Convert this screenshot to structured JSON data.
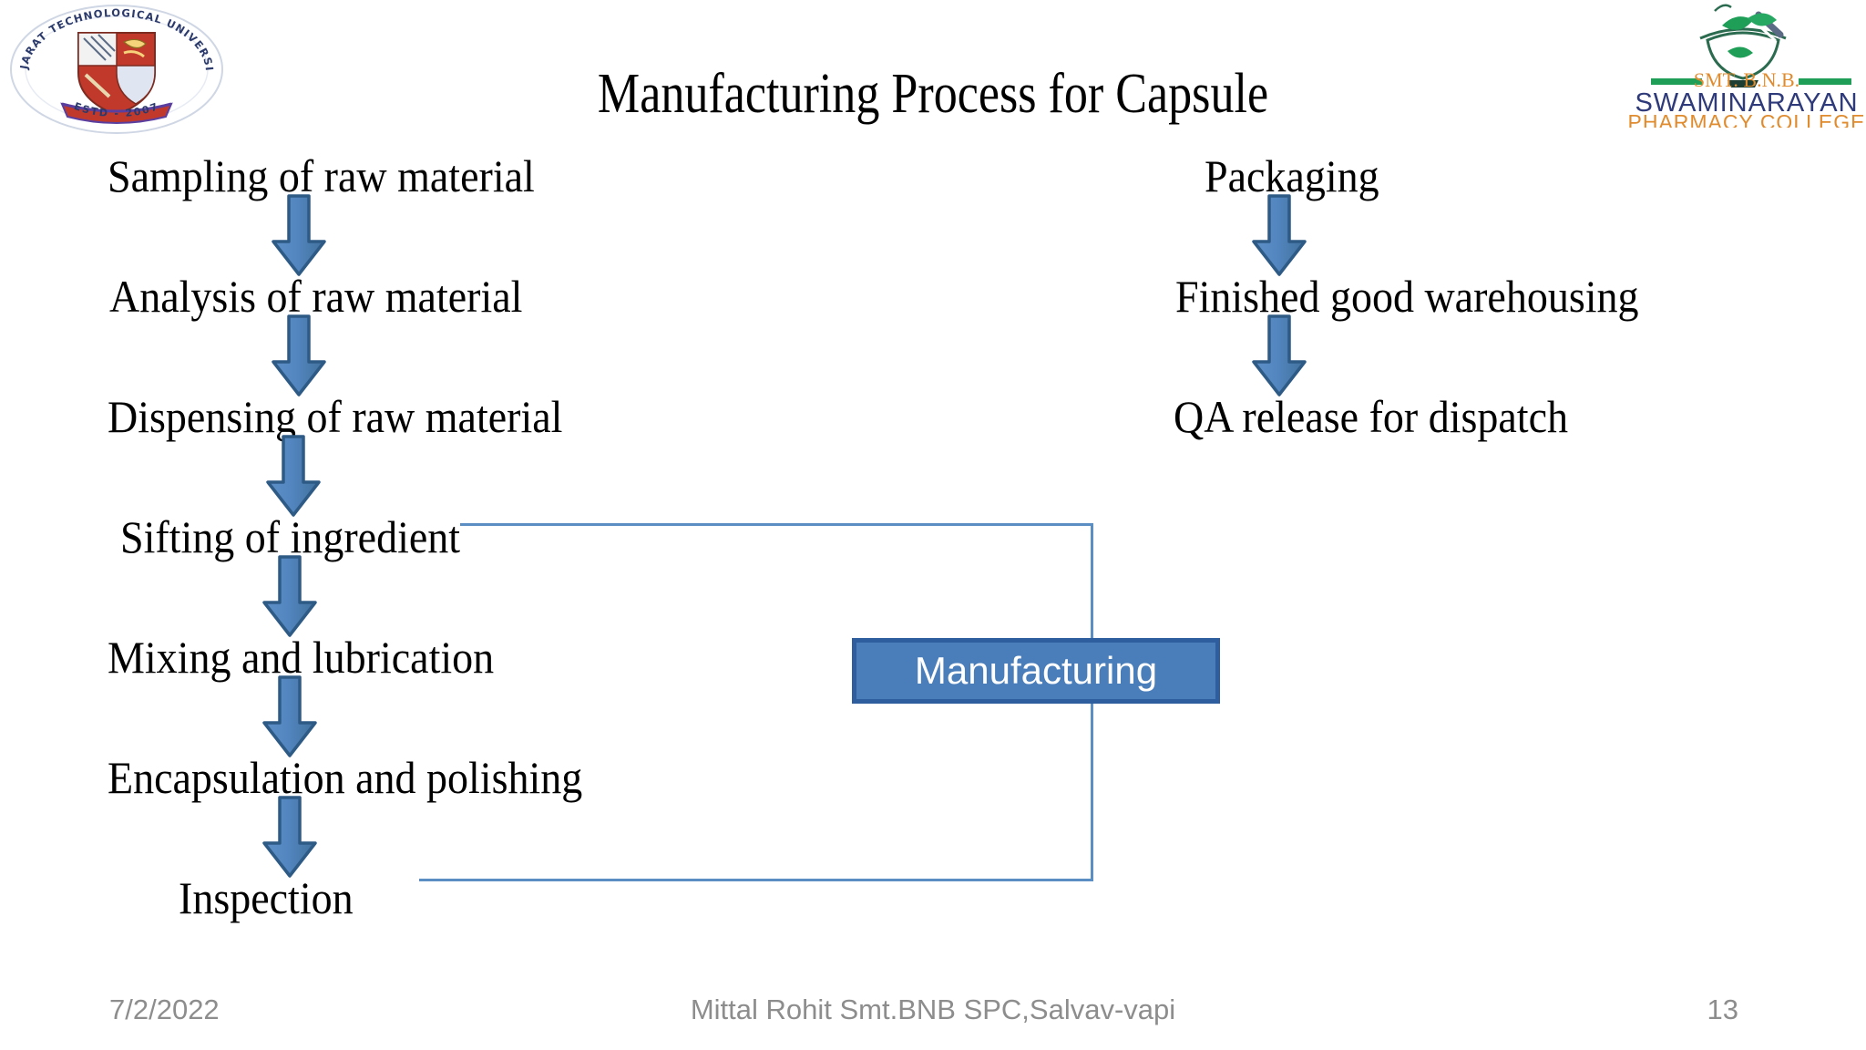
{
  "slide": {
    "title": "Manufacturing Process for Capsule",
    "background_color": "#ffffff",
    "accent_color": "#4A7EBB",
    "accent_dark_color": "#2F5E9E",
    "text_color": "#000000"
  },
  "logos": {
    "left": {
      "name": "gujarat-technological-university-logo",
      "ring_text_top": "GUJARAT TECHNOLOGICAL UNIVERSITY",
      "ring_text_bottom": "ESTD - 2007"
    },
    "right": {
      "name": "smt-bnb-swaminarayan-pharmacy-college-logo",
      "line1": "SMT. B.N.B.",
      "line2": "SWAMINARAYAN",
      "line3": "PHARMACY COLLEGE",
      "line1_color": "#E08B2E",
      "line2_color": "#2E3A7A",
      "line3_color": "#E08B2E",
      "mark_color": "#1E9E57"
    }
  },
  "flow": {
    "left_column": [
      {
        "label": "Sampling of raw material"
      },
      {
        "label": "Analysis of raw material"
      },
      {
        "label": "Dispensing of raw material"
      },
      {
        "label": "Sifting of ingredient"
      },
      {
        "label": "Mixing and lubrication"
      },
      {
        "label": "Encapsulation and polishing"
      },
      {
        "label": "Inspection"
      }
    ],
    "right_column": [
      {
        "label": "Packaging"
      },
      {
        "label": "Finished good warehousing"
      },
      {
        "label": "QA release for dispatch"
      }
    ],
    "callout": {
      "label": "Manufacturing"
    }
  },
  "footer": {
    "date": "7/2/2022",
    "center": "Mittal Rohit Smt.BNB SPC,Salvav-vapi",
    "page": "13"
  }
}
